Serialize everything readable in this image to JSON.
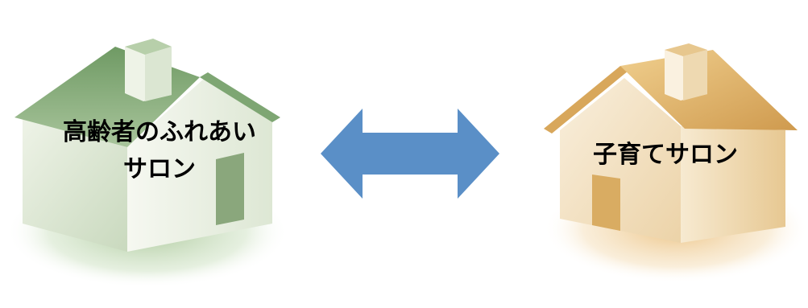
{
  "diagram": {
    "left_house": {
      "label_line1": "高齢者のふれあい",
      "label_line2": "サロン",
      "color": "#8fb084"
    },
    "right_house": {
      "label": "子育てサロン",
      "color": "#e5b96a"
    },
    "connector": {
      "icon": "double-headed-arrow-icon",
      "color": "#5a8fc7"
    }
  }
}
